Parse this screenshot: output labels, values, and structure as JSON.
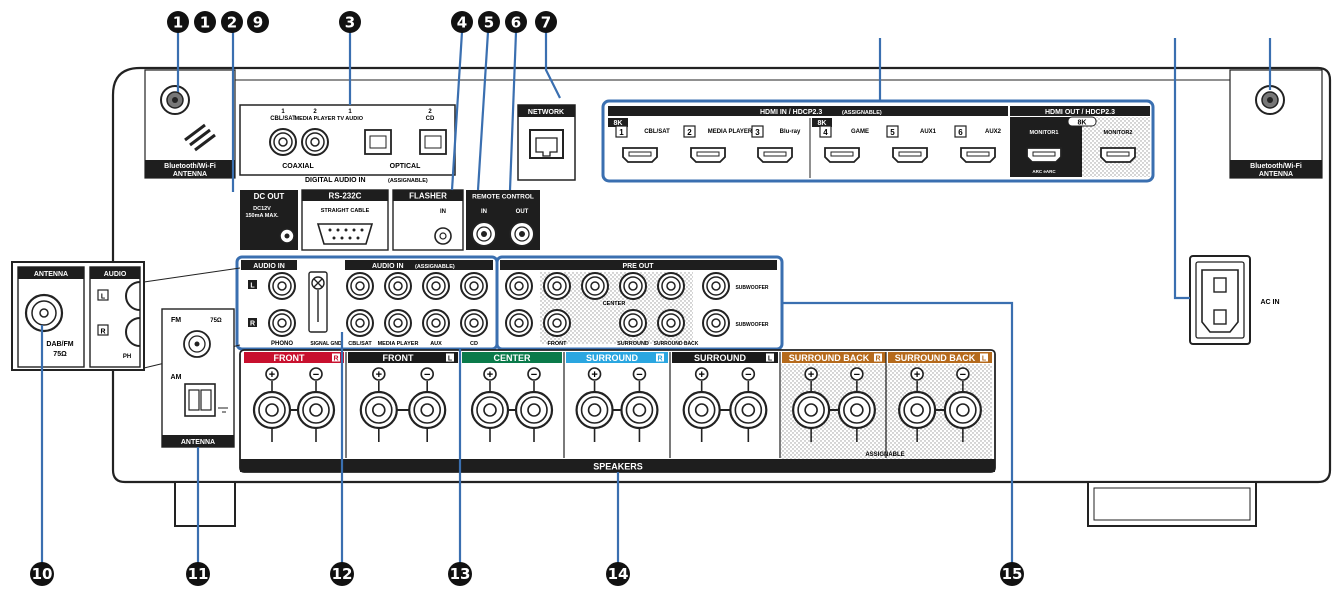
{
  "callouts": {
    "n1a": "1",
    "n1b": "1",
    "n2": "2",
    "n9": "9",
    "n3": "3",
    "n4": "4",
    "n5": "5",
    "n6": "6",
    "n7": "7",
    "n10": "10",
    "n11": "11",
    "n12": "12",
    "n13": "13",
    "n14": "14",
    "n15": "15"
  },
  "antenna": {
    "left_label1": "Bluetooth/Wi-Fi",
    "left_label2": "ANTENNA",
    "right_label1": "Bluetooth/Wi-Fi",
    "right_label2": "ANTENNA"
  },
  "digital_audio": {
    "coax1": "1",
    "coax1_name": "CBL/SAT",
    "coax2": "2",
    "coax2_name": "MEDIA PLAYER",
    "opt1": "1",
    "opt1_name": "TV AUDIO",
    "opt2": "2",
    "opt2_name": "CD",
    "coaxial": "COAXIAL",
    "optical": "OPTICAL",
    "title": "DIGITAL AUDIO IN",
    "title_sub": "(ASSIGNABLE)"
  },
  "network": "NETWORK",
  "hdmi_in": {
    "title": "HDMI IN / HDCP2.3",
    "title_sub": "(ASSIGNABLE)",
    "badge_left": "8K",
    "badge_mid": "8K",
    "ports": [
      {
        "n": "1",
        "name": "CBL/SAT"
      },
      {
        "n": "2",
        "name": "MEDIA PLAYER"
      },
      {
        "n": "3",
        "name": "Blu-ray"
      },
      {
        "n": "4",
        "name": "GAME"
      },
      {
        "n": "5",
        "name": "AUX1"
      },
      {
        "n": "6",
        "name": "AUX2"
      }
    ]
  },
  "hdmi_out": {
    "title": "HDMI OUT / HDCP2.3",
    "badge": "8K",
    "mon1": "MONITOR1",
    "mon2": "MONITOR2",
    "arc": "ARC eARC"
  },
  "dc_out": {
    "title": "DC OUT",
    "spec1": "DC12V",
    "spec2": "150mA MAX."
  },
  "rs232c": {
    "title": "RS-232C",
    "cable": "STRAIGHT CABLE"
  },
  "flasher": {
    "title": "FLASHER",
    "in": "IN"
  },
  "remote": {
    "title": "REMOTE CONTROL",
    "in": "IN",
    "out": "OUT"
  },
  "audio_in": {
    "title": "AUDIO IN",
    "title2": "AUDIO IN",
    "title2_sub": "(ASSIGNABLE)",
    "l": "L",
    "r": "R",
    "phono": "PHONO",
    "inputs": [
      "CBL/SAT",
      "MEDIA PLAYER",
      "AUX",
      "CD"
    ],
    "signal_gnd": "SIGNAL GND"
  },
  "pre_out": {
    "title": "PRE OUT",
    "center": "CENTER",
    "subwoofer": "SUBWOOFER",
    "front": "FRONT",
    "surround": "SURROUND",
    "surround_back": "SURROUND BACK"
  },
  "detail": {
    "antenna": "ANTENNA",
    "audio": "AUDIO",
    "l": "L",
    "r": "R",
    "dabfm": "DAB/FM",
    "ohm": "75Ω",
    "ph": "PH"
  },
  "fm_am": {
    "fm": "FM",
    "ohm": "75Ω",
    "am": "AM",
    "antenna": "ANTENNA"
  },
  "speakers": {
    "channels": [
      {
        "name": "FRONT",
        "side": "R",
        "color": "#c8102e"
      },
      {
        "name": "FRONT",
        "side": "L",
        "color": "#1a1a1a"
      },
      {
        "name": "CENTER",
        "side": "",
        "color": "#0a7a4a"
      },
      {
        "name": "SURROUND",
        "side": "R",
        "color": "#2aa6e0"
      },
      {
        "name": "SURROUND",
        "side": "L",
        "color": "#1a1a1a"
      },
      {
        "name": "SURROUND BACK",
        "side": "R",
        "color": "#b56a1c"
      },
      {
        "name": "SURROUND BACK",
        "side": "L",
        "color": "#b56a1c"
      }
    ],
    "plus": "+",
    "minus": "−",
    "assignable": "ASSIGNABLE",
    "footer": "SPEAKERS"
  },
  "ac_in": "AC IN",
  "colors": {
    "panel_stroke": "#222222",
    "highlight": "#3a6fb0",
    "dark": "#1e1e1e"
  }
}
